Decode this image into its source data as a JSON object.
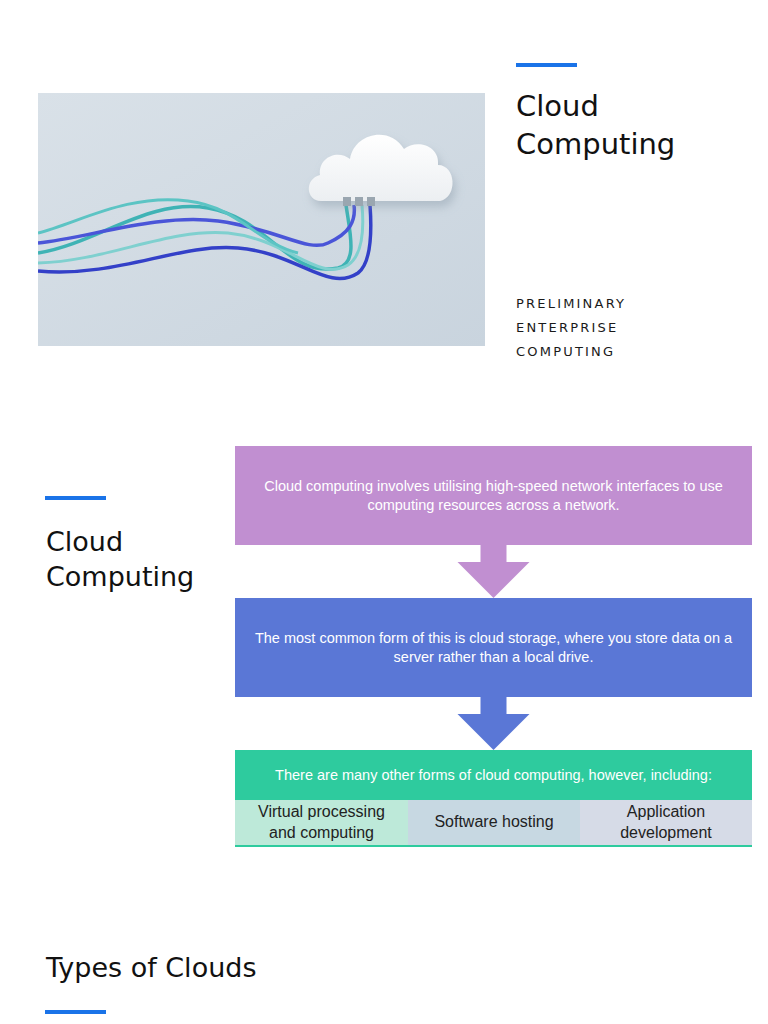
{
  "diagram": {
    "title": "Cloud Computing",
    "nodes": [
      {
        "text": [
          "Cloud computing involves utilising high-speed network interfaces to use computing resources across a network."
        ]
      },
      {
        "text": [
          "The most common form of this is cloud storage, where you store data on a server rather than a local drive."
        ]
      },
      {
        "text": [
          "There are many other forms of cloud computing, however, including:"
        ]
      },
      {
        "text": [
          "Virtual processing and computing"
        ]
      },
      {
        "text": [
          "Software hosting"
        ]
      },
      {
        "text": [
          "Application development"
        ]
      }
    ],
    "edges": [
      {
        "from": 0,
        "to": 1,
        "arrow": "to"
      },
      {
        "from": 1,
        "to": 2,
        "arrow": "to"
      }
    ],
    "labels": [
      "PRELIMINARY ENTERPRISE COMPUTING",
      "Cloud Computing",
      "Types of Clouds"
    ]
  }
}
